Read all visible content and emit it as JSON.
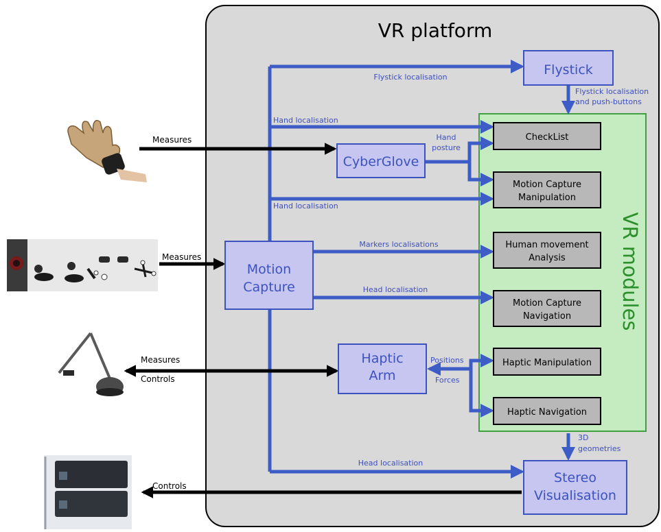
{
  "platform": {
    "title": "VR platform"
  },
  "modules_area": {
    "title": "VR modules"
  },
  "nodes": {
    "flystick": "Flystick",
    "cyberglove": "CyberGlove",
    "motion_capture": [
      "Motion",
      "Capture"
    ],
    "haptic_arm": [
      "Haptic",
      "Arm"
    ],
    "stereo": [
      "Stereo",
      "Visualisation"
    ]
  },
  "modules": {
    "checklist": [
      "CheckList"
    ],
    "mc_manipulation": [
      "Motion Capture",
      "Manipulation"
    ],
    "hm_analysis": [
      "Human movement",
      "Analysis"
    ],
    "mc_navigation": [
      "Motion Capture",
      "Navigation"
    ],
    "haptic_manipulation": [
      "Haptic Manipulation"
    ],
    "haptic_navigation": [
      "Haptic Navigation"
    ]
  },
  "edges": {
    "flystick_loc": "Flystick localisation",
    "flystick_push": [
      "Flystick localisation",
      "and push-buttons"
    ],
    "hand_loc_1": "Hand localisation",
    "hand_posture": [
      "Hand",
      "posture"
    ],
    "hand_loc_2": "Hand localisation",
    "markers_loc": "Markers localisations",
    "head_loc_1": "Head localisation",
    "positions": "Positions",
    "forces": "Forces",
    "geometries": [
      "3D",
      "geometries"
    ],
    "head_loc_2": "Head localisation"
  },
  "external": {
    "glove_measures": "Measures",
    "mocap_measures": "Measures",
    "haptic_measures": "Measures",
    "haptic_controls": "Controls",
    "projector_controls": "Controls"
  },
  "colors": {
    "platform_bg": "#d9d9d9",
    "modules_bg": "#c4ecc0",
    "modules_border": "#3f9f3f",
    "node_bg": "#c7c6f0",
    "node_border": "#3b52bf",
    "module_bg": "#b8b8b8",
    "arrow_blue": "#3d5cc6",
    "label_blue": "#3d4fbf",
    "vr_modules_green": "#2c8f2c"
  },
  "icons": [
    "glove-photo",
    "motion-capture-markers-photo",
    "haptic-arm-device-photo",
    "projector-stack-photo"
  ]
}
